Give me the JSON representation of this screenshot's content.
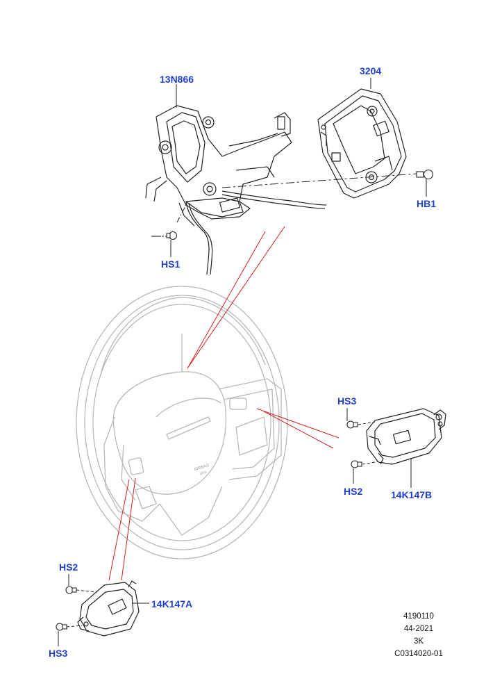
{
  "callouts": {
    "clockspring": "13N866",
    "cover": "3204",
    "bolt_cover": "HB1",
    "screw_clockspring": "HS1",
    "screw_right_upper": "HS3",
    "screw_right_lower": "HS2",
    "switch_right": "14K147B",
    "screw_left_upper": "HS2",
    "switch_left": "14K147A",
    "screw_left_lower": "HS3"
  },
  "airbag_text": [
    "AIRBAG",
    "SRS"
  ],
  "reference": {
    "line1": "4190110",
    "line2": "44-2021",
    "line3": "3K",
    "line4": "C0314020-01"
  },
  "colors": {
    "callout": "#1f3fd0",
    "line_art": "#222222",
    "wheel_art": "#bdbdbd",
    "pointer": "#d42020"
  }
}
